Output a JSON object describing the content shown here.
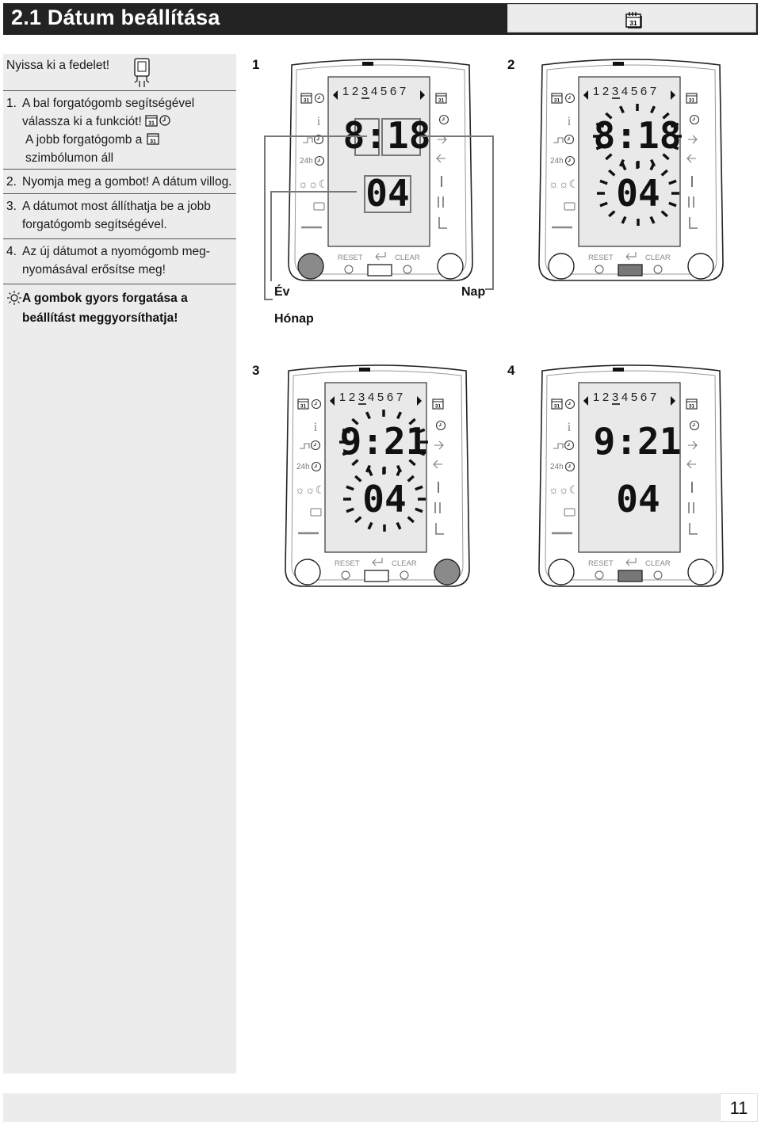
{
  "header": {
    "title": "2.1 Dátum beállítása",
    "icon": "calendar-icon",
    "icon_number": "31"
  },
  "sidebar": {
    "open_cover": "Nyissa ki a fedelet!",
    "steps": [
      {
        "num": "1.",
        "lines": [
          "A bal forgatógomb segítségével",
          "válassza ki a funkciót!"
        ],
        "sub": [
          "A jobb forgatógomb a",
          "szimbólumon áll"
        ]
      },
      {
        "num": "2.",
        "lines": [
          "Nyomja meg a gombot! A dátum villog."
        ]
      },
      {
        "num": "3.",
        "lines": [
          "A dátumot most állíthatja be a jobb",
          "forgatógomb segítségével."
        ]
      },
      {
        "num": "4.",
        "lines": [
          "Az új dátumot a nyomógomb meg-",
          "nyomásával erősítse meg!"
        ]
      }
    ],
    "tip_icon": "sun-tip-icon",
    "tip": [
      "A gombok gyors forgatása a",
      "beállítást meggyorsíthatja!"
    ]
  },
  "figures": [
    {
      "step": "1",
      "days": "1234567",
      "time": "8:18",
      "date": "04"
    },
    {
      "step": "2",
      "days": "1234567",
      "time": "8:18",
      "date": "04"
    },
    {
      "step": "3",
      "days": "1234567",
      "time": "9:21",
      "date": "04"
    },
    {
      "step": "4",
      "days": "1234567",
      "time": "9:21",
      "date": "04"
    }
  ],
  "device": {
    "reset_label": "RESET",
    "clear_label": "CLEAR",
    "hours_label": "24h",
    "info_label": "i",
    "cal_number": "31"
  },
  "callouts": {
    "year": "Év",
    "month": "Hónap",
    "day": "Nap"
  },
  "footer": {
    "page_number": "11"
  }
}
